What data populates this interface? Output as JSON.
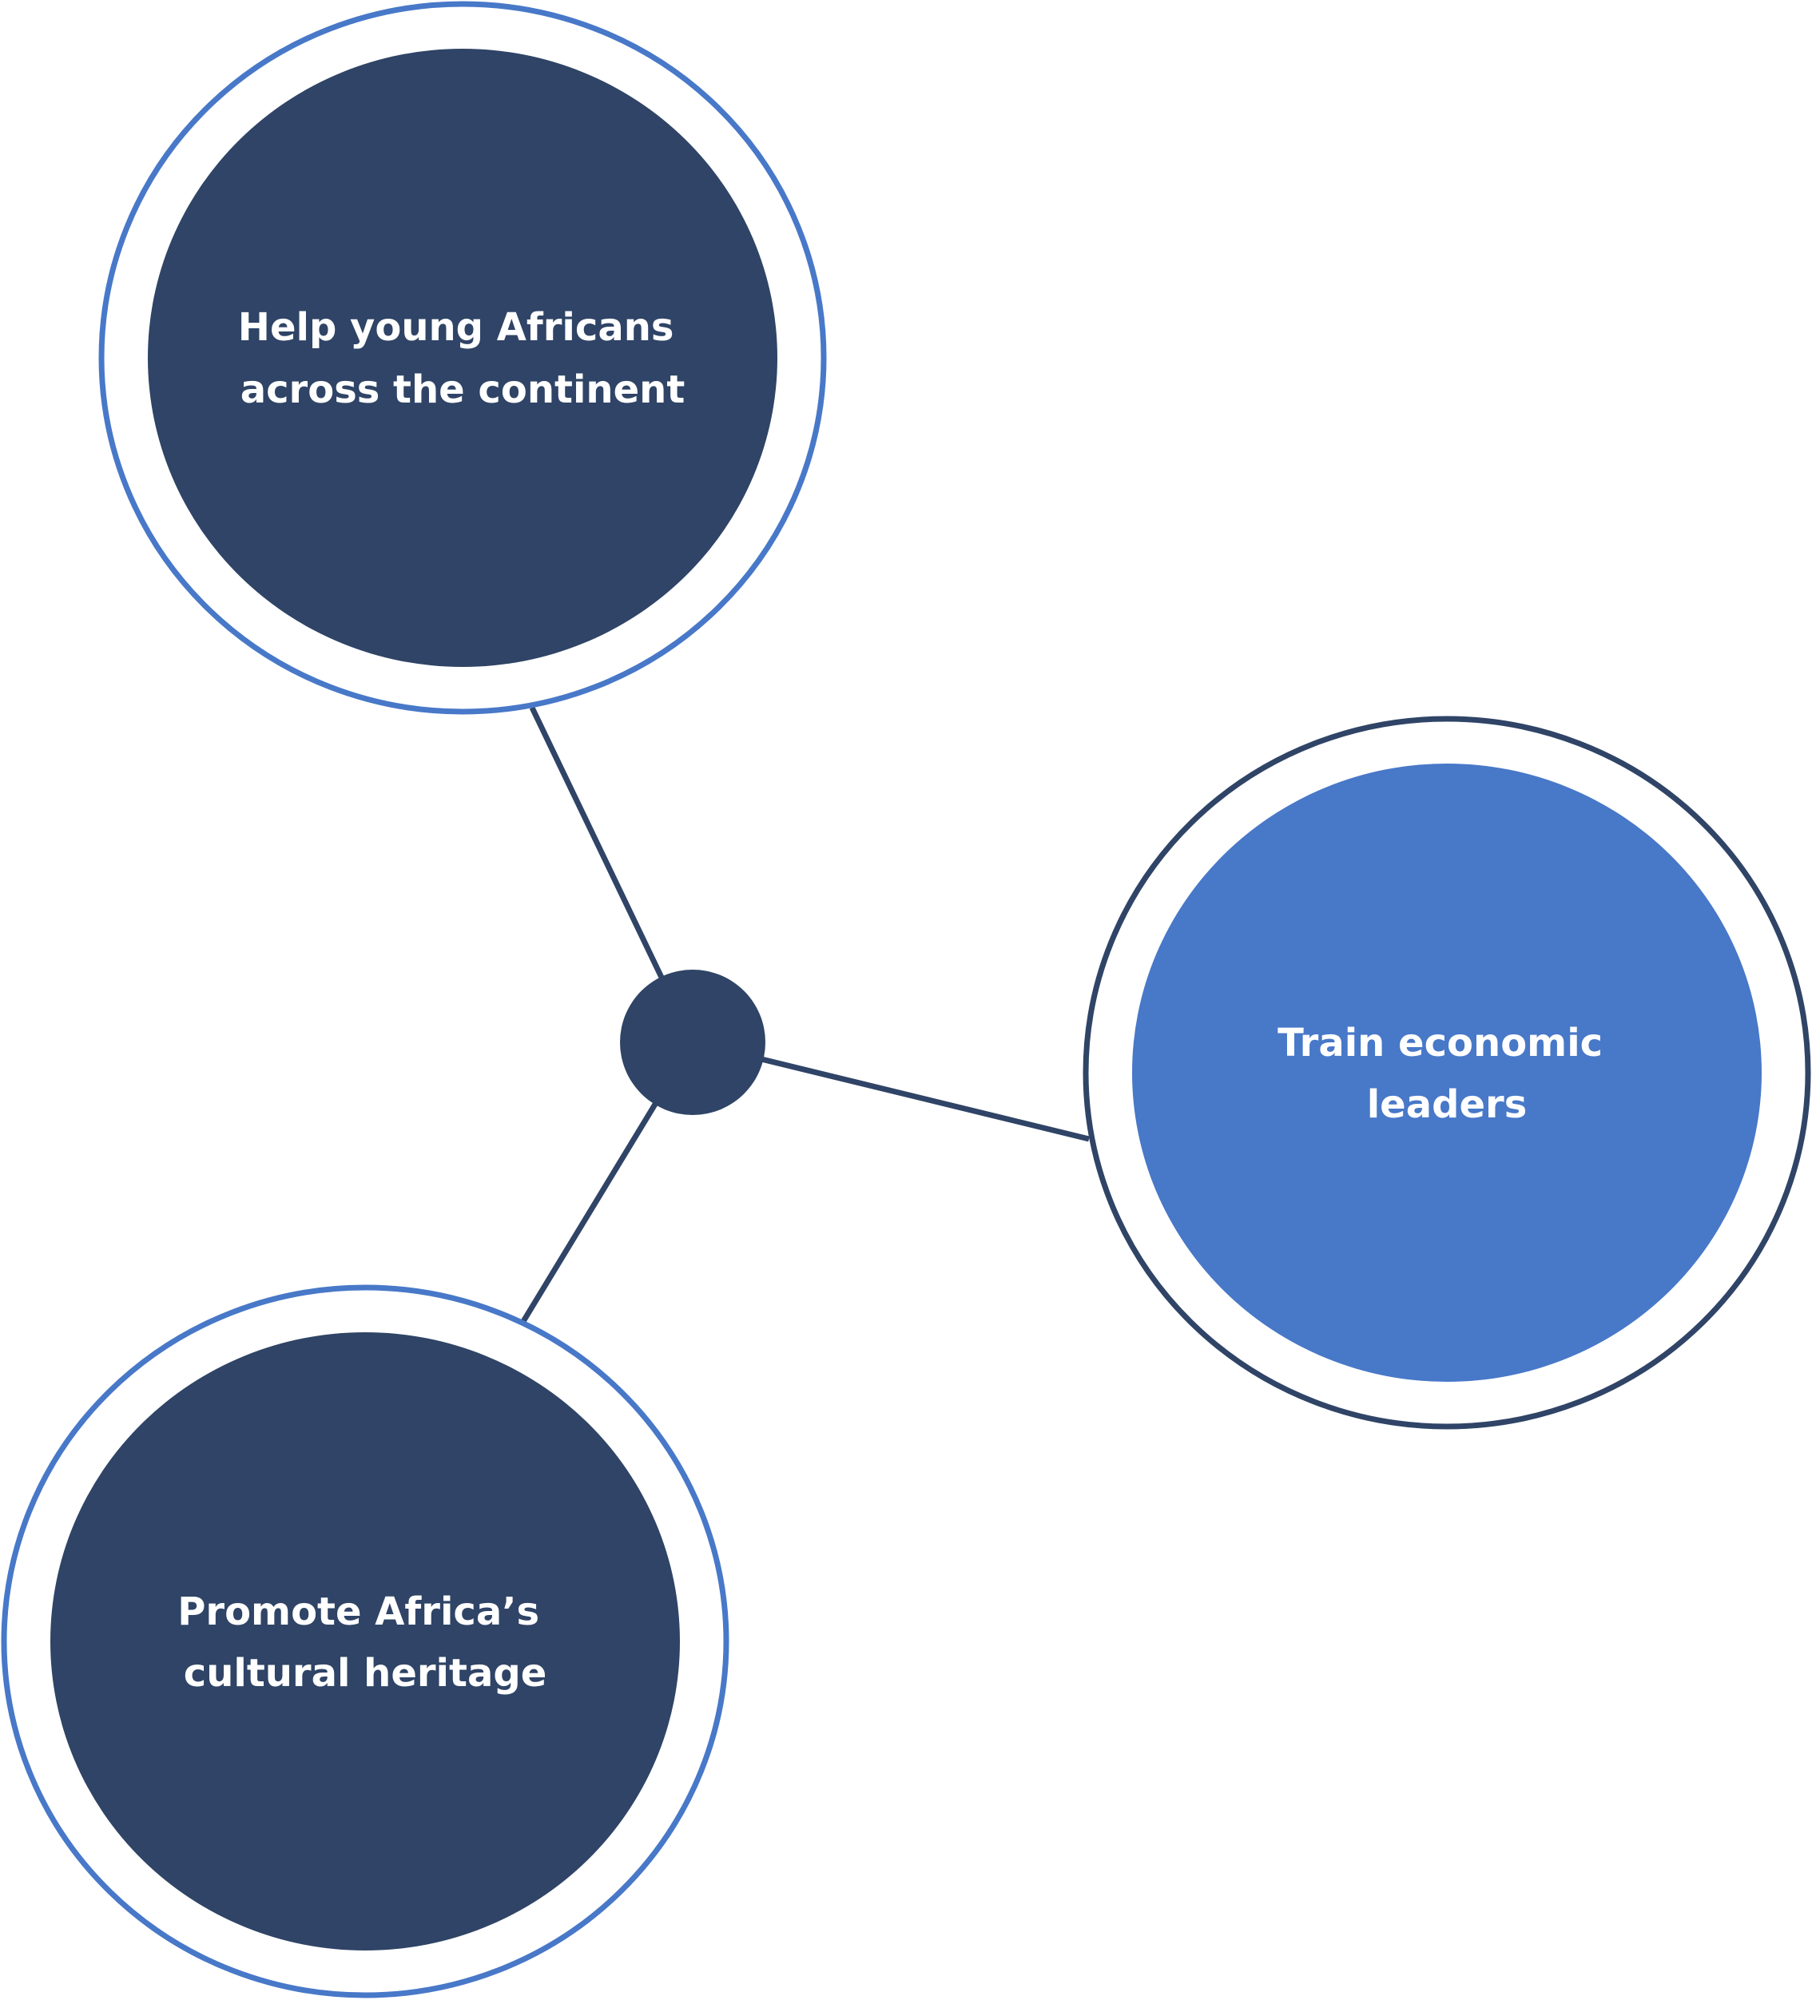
{
  "colors": {
    "dark_navy": "#2F4466",
    "accent_blue": "#4878C8",
    "background": "#FFFFFF",
    "label_text": "#FFFFFF"
  },
  "diagram": {
    "hub": {
      "label": ""
    },
    "nodes": [
      {
        "id": "help-young-africans",
        "lines": [
          "Help young Africans",
          "across the continent"
        ],
        "fill": "dark_navy",
        "ring": "accent_blue"
      },
      {
        "id": "train-economic-leaders",
        "lines": [
          "Train economic",
          "leaders"
        ],
        "fill": "accent_blue",
        "ring": "dark_navy"
      },
      {
        "id": "promote-cultural-heritage",
        "lines": [
          "Promote Africa’s",
          "cultural heritage"
        ],
        "fill": "dark_navy",
        "ring": "accent_blue"
      }
    ]
  }
}
